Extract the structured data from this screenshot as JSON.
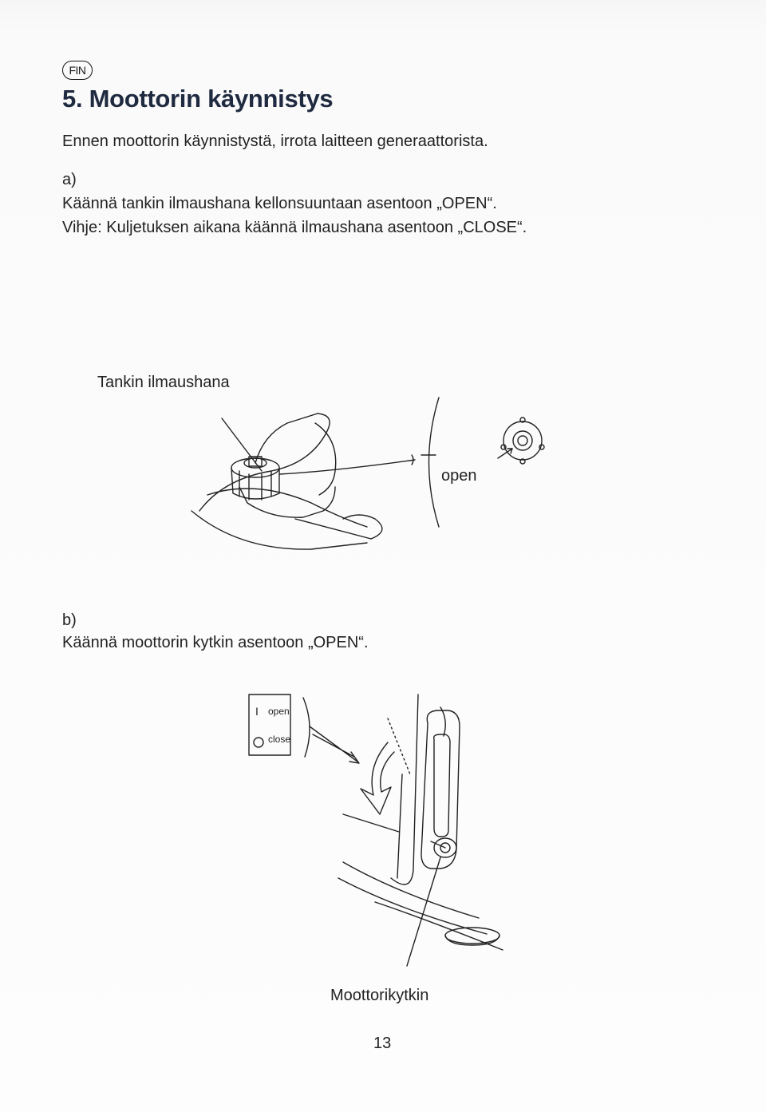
{
  "header": {
    "language_badge": "FIN",
    "title": "5. Moottorin käynnistys"
  },
  "intro": "Ennen moottorin käynnistystä, irrota laitteen generaattorista.",
  "step_a": {
    "marker": "a)",
    "instruction": "Käännä tankin ilmaushana kellonsuuntaan asentoon „OPEN“.",
    "hint": "Vihje: Kuljetuksen aikana käännä ilmaushana asentoon „CLOSE“.",
    "figure_label": "Tankin ilmaushana",
    "figure_open_label": "open"
  },
  "step_b": {
    "marker": "b)",
    "instruction": "Käännä moottorin kytkin asentoon „OPEN“.",
    "switch_open_symbol": "I",
    "switch_open_label": "open",
    "switch_close_label": "close",
    "figure_label": "Moottorikytkin"
  },
  "footer": {
    "page_number": "13"
  }
}
